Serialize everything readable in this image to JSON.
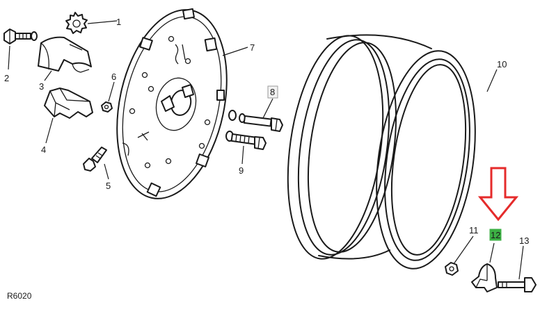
{
  "figure_code": "R6020",
  "callouts": [
    "1",
    "2",
    "3",
    "4",
    "5",
    "6",
    "7",
    "8",
    "9",
    "10",
    "11",
    "12",
    "13"
  ],
  "boxed_callouts": [
    "8",
    "12"
  ],
  "highlight_callout": "12",
  "colors": {
    "line": "#1a1a1a",
    "arrow": "#e52b2b",
    "highlight_box": "#3cb044",
    "box_border": "#9a9a9a",
    "background": "#ffffff"
  }
}
